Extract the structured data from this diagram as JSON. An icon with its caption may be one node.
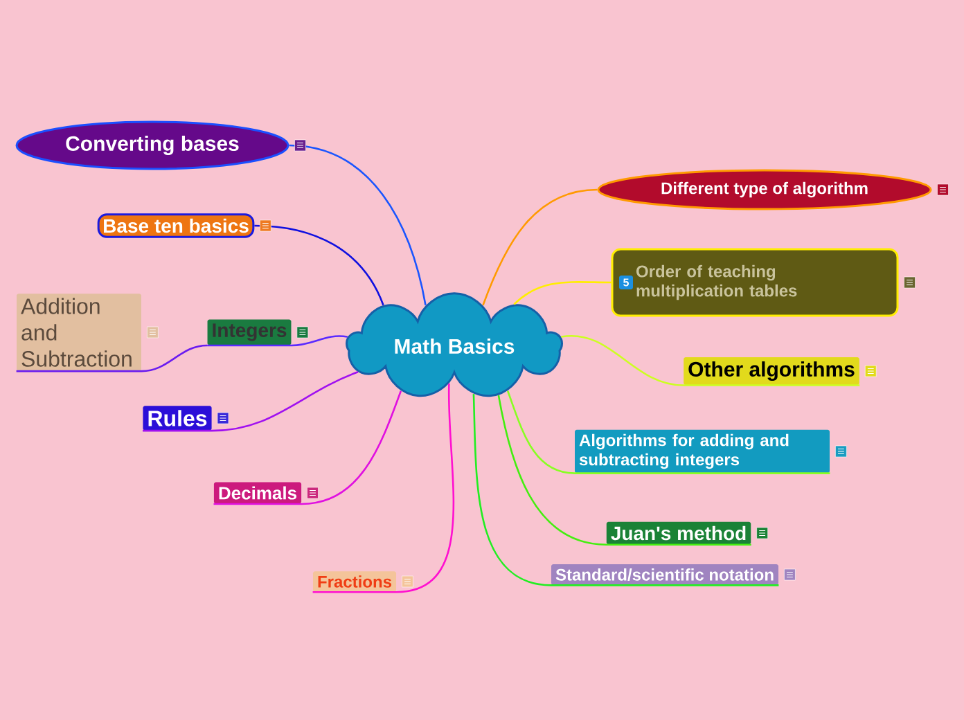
{
  "diagram": {
    "nodes": [
      {
        "text": [
          "Math Basics"
        ]
      },
      {
        "text": [
          "Converting bases"
        ]
      },
      {
        "text": [
          "Base ten basics"
        ]
      },
      {
        "text": [
          "Integers"
        ]
      },
      {
        "text": [
          "Addition and Subtraction"
        ]
      },
      {
        "text": [
          "Rules"
        ]
      },
      {
        "text": [
          "Decimals"
        ]
      },
      {
        "text": [
          "Fractions"
        ]
      },
      {
        "text": [
          "Different type of algorithm"
        ]
      },
      {
        "text": [
          "Order of teaching multiplication tables"
        ]
      },
      {
        "text": [
          "Other algorithms"
        ]
      },
      {
        "text": [
          "Algorithms for adding and subtracting integers"
        ]
      },
      {
        "text": [
          "Juan's method"
        ]
      },
      {
        "text": [
          "Standard/scientific notation"
        ]
      }
    ],
    "edges": [
      {
        "from": 0,
        "to": 1,
        "arrow": "none",
        "color": "#1a55ff"
      },
      {
        "from": 0,
        "to": 2,
        "arrow": "none",
        "color": "#1010e0"
      },
      {
        "from": 0,
        "to": 3,
        "arrow": "none",
        "color": "#5a2aff"
      },
      {
        "from": 3,
        "to": 4,
        "arrow": "none",
        "color": "#6a1cf0"
      },
      {
        "from": 0,
        "to": 5,
        "arrow": "none",
        "color": "#a010f0"
      },
      {
        "from": 0,
        "to": 6,
        "arrow": "none",
        "color": "#e010e0"
      },
      {
        "from": 0,
        "to": 7,
        "arrow": "none",
        "color": "#ff10d0"
      },
      {
        "from": 0,
        "to": 8,
        "arrow": "none",
        "color": "#ff9a00"
      },
      {
        "from": 0,
        "to": 9,
        "arrow": "none",
        "color": "#ffee00"
      },
      {
        "from": 0,
        "to": 10,
        "arrow": "none",
        "color": "#ccff22"
      },
      {
        "from": 0,
        "to": 11,
        "arrow": "none",
        "color": "#88ff22"
      },
      {
        "from": 0,
        "to": 12,
        "arrow": "none",
        "color": "#44ee10"
      },
      {
        "from": 0,
        "to": 13,
        "arrow": "none",
        "color": "#22ee22"
      }
    ],
    "labels": [
      "5"
    ]
  }
}
